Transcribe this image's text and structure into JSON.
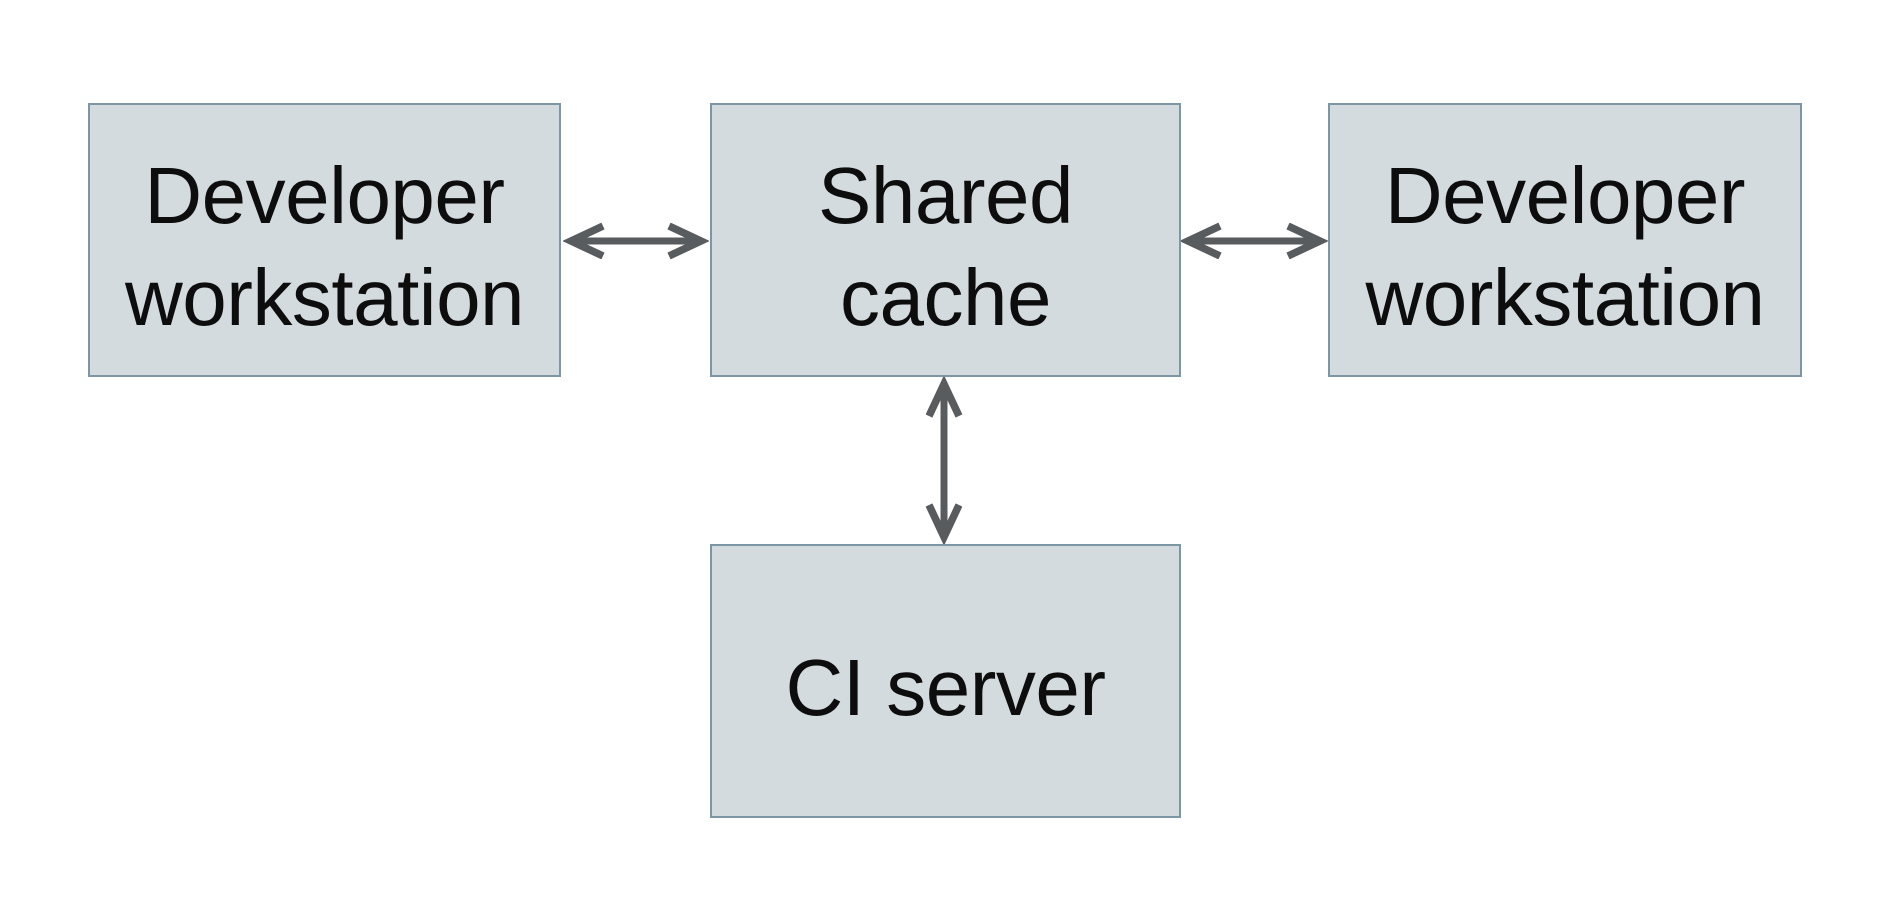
{
  "diagram": {
    "type": "architecture-diagram",
    "background": "#ffffff",
    "nodes": {
      "dev_workstation_left": {
        "label": "Developer\nworkstation"
      },
      "shared_cache": {
        "label": "Shared\ncache"
      },
      "dev_workstation_right": {
        "label": "Developer\nworkstation"
      },
      "ci_server": {
        "label": "CI server"
      }
    },
    "edges": [
      {
        "from": "dev_workstation_left",
        "to": "shared_cache",
        "direction": "bidirectional",
        "orientation": "horizontal"
      },
      {
        "from": "shared_cache",
        "to": "dev_workstation_right",
        "direction": "bidirectional",
        "orientation": "horizontal"
      },
      {
        "from": "shared_cache",
        "to": "ci_server",
        "direction": "bidirectional",
        "orientation": "vertical"
      }
    ],
    "colors": {
      "node_fill": "#d3dbde",
      "node_border": "#7c96a4",
      "arrow": "#595c5f",
      "text": "#0d0d0d"
    }
  }
}
